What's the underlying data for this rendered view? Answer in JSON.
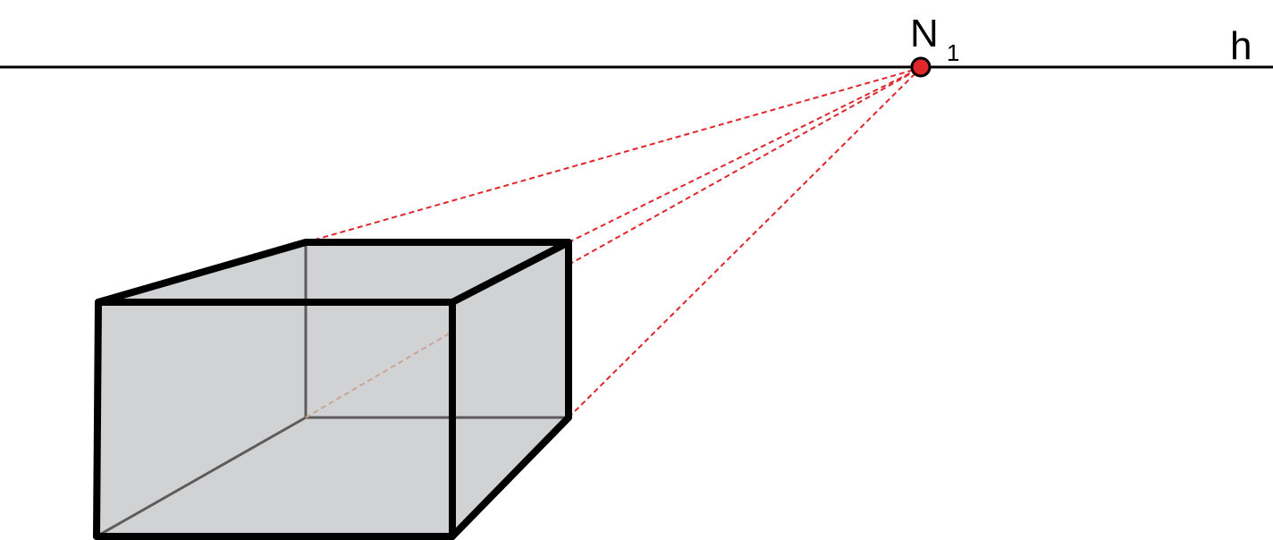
{
  "labels": {
    "vanishing_point_letter": "N",
    "vanishing_point_subscript": "1",
    "horizon": "h"
  },
  "colors": {
    "background": "#ffffff",
    "edge": "#000000",
    "hidden_edge": "#5f5b5b",
    "hidden_edge_behind": "#c8a597",
    "box_fill": "#d1d2d4",
    "projection_line": "#e0262b",
    "vanishing_point_fill": "#e0262b",
    "vanishing_point_stroke": "#000000"
  }
}
